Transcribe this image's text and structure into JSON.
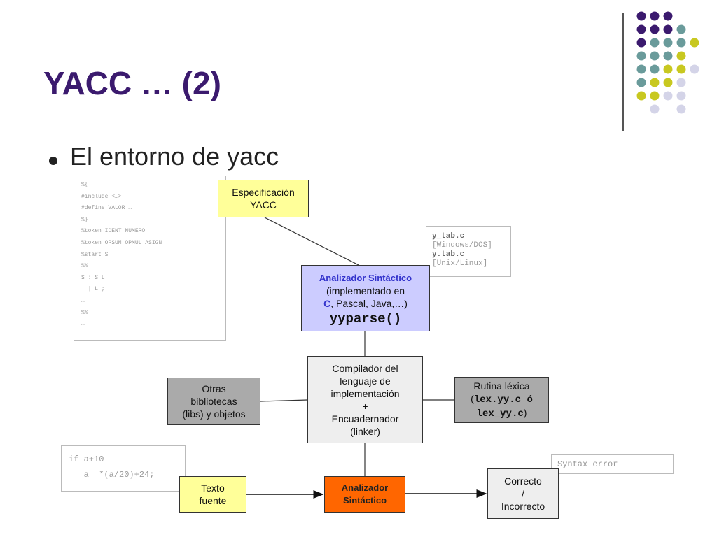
{
  "slide": {
    "title": "YACC … (2)",
    "bullet": "El entorno de yacc"
  },
  "code_yacc": [
    "%{",
    "#include <…>",
    "#define VALOR …",
    "%}",
    "%token IDENT NUMERO",
    "%token OPSUM OPMUL ASIGN",
    "%start S",
    "%%",
    "S : S L",
    "  | L ;",
    "…",
    "%%",
    "…"
  ],
  "ytab": {
    "win_file": "y_tab.c",
    "win_os": "[Windows/DOS]",
    "unix_file": "y.tab.c",
    "unix_os": "[Unix/Linux]"
  },
  "source_code": [
    "if a+10",
    "   a= *(a/20)+24;"
  ],
  "error_text": "Syntax error",
  "boxes": {
    "spec": [
      "Especificación",
      "YACC"
    ],
    "analyzer": {
      "title": "Analizador Sintáctico",
      "line2": "(implementado en",
      "c": "C",
      "line3_rest": ", Pascal, Java,…)",
      "func": "yyparse()"
    },
    "compiler": [
      "Compilador del",
      "lenguaje de",
      "implementación",
      "+",
      "Encuadernador",
      "(linker)"
    ],
    "others": [
      "Otras",
      "bibliotecas",
      "(libs) y objetos"
    ],
    "lexical": {
      "line1": "Rutina léxica",
      "line2_open": "(",
      "line2_code": "lex.yy.c ó",
      "line3_code": "lex_yy.c",
      "line3_close": ")"
    },
    "source": [
      "Texto",
      "fuente"
    ],
    "analyzer2": [
      "Analizador",
      "Sintáctico"
    ],
    "result": [
      "Correcto",
      "/",
      "Incorrecto"
    ]
  },
  "colors": {
    "purple": "#3b1a6e",
    "teal": "#6a9b9b",
    "yellow": "#c8c820",
    "lavender": "#d4d4e8"
  }
}
